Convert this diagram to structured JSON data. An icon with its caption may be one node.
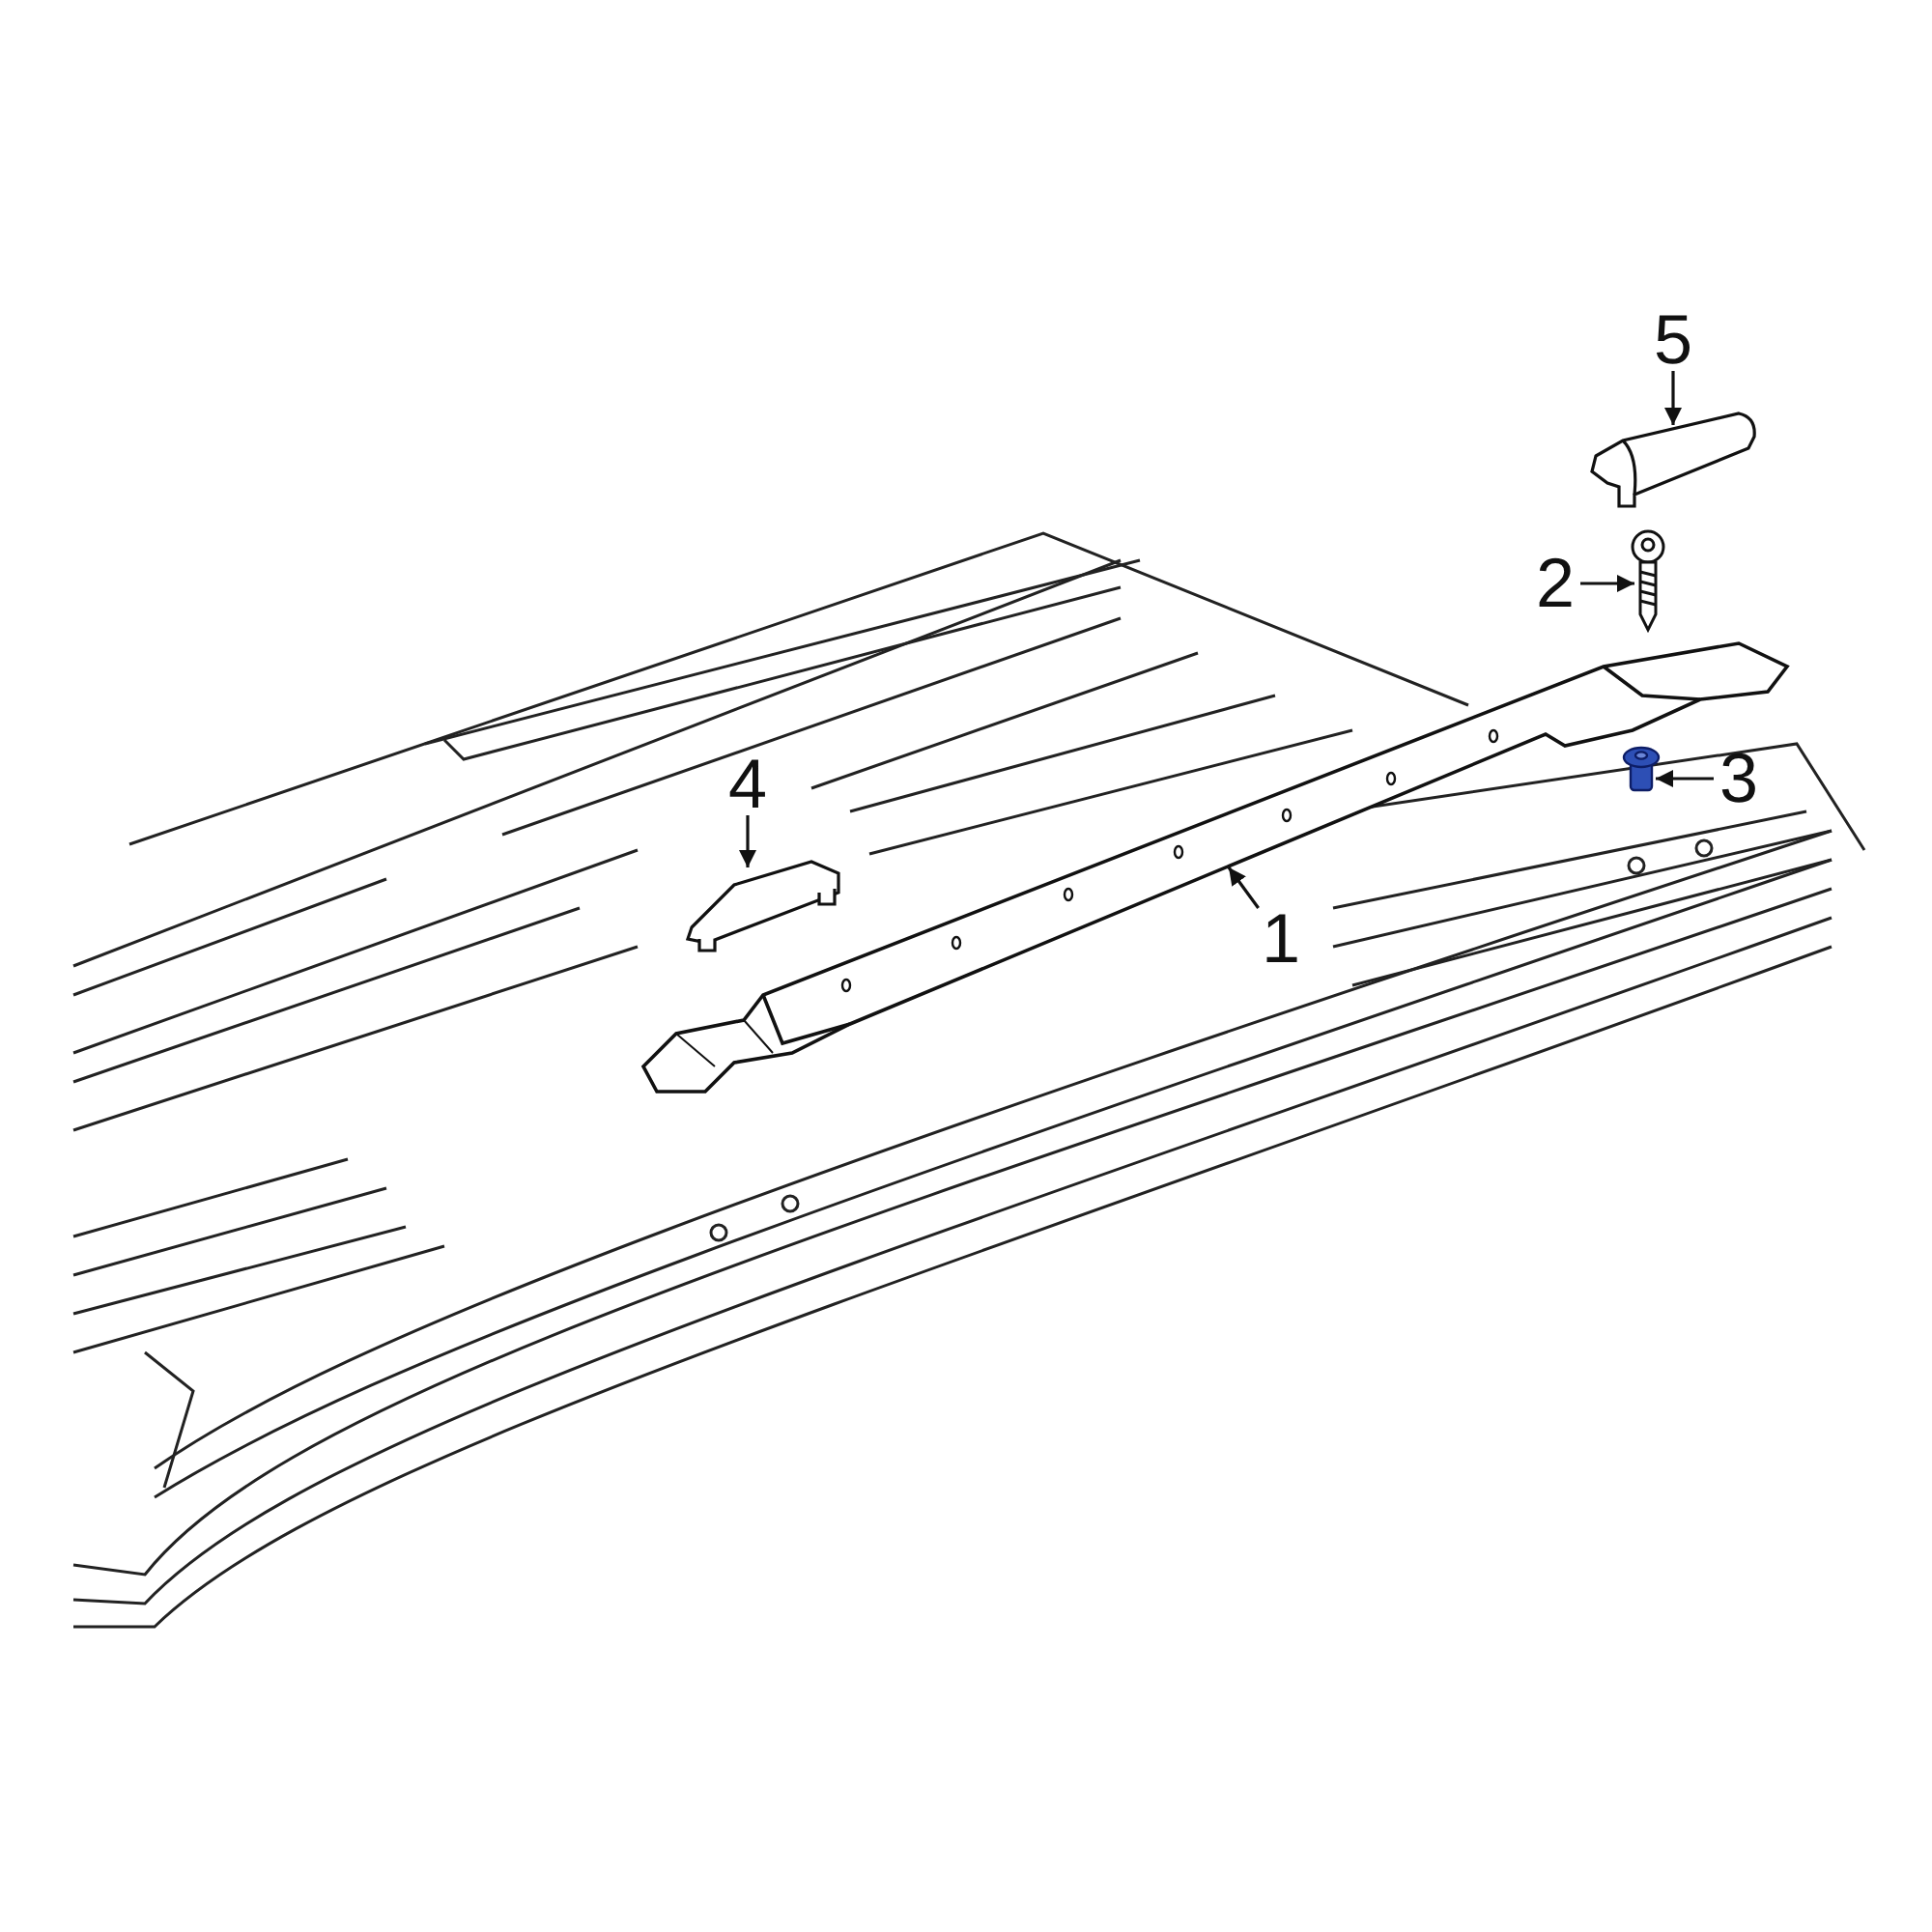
{
  "diagram": {
    "nodes": [
      {
        "text": [
          "5"
        ]
      },
      {
        "text": [],
        "shape": "picture"
      },
      {
        "text": [
          "2"
        ]
      },
      {
        "text": [],
        "shape": "picture"
      },
      {
        "text": [
          "3"
        ]
      },
      {
        "text": [],
        "shape": "picture"
      },
      {
        "text": [
          "4"
        ]
      },
      {
        "text": [],
        "shape": "picture"
      },
      {
        "text": [
          "1"
        ]
      },
      {
        "text": [],
        "shape": "picture"
      }
    ],
    "edges": [
      {
        "from": 0,
        "to": 1,
        "arrow": "to"
      },
      {
        "from": 2,
        "to": 3,
        "arrow": "to"
      },
      {
        "from": 4,
        "to": 5,
        "arrow": "to"
      },
      {
        "from": 6,
        "to": 7,
        "arrow": "to"
      },
      {
        "from": 8,
        "to": 9,
        "arrow": "to"
      }
    ]
  }
}
